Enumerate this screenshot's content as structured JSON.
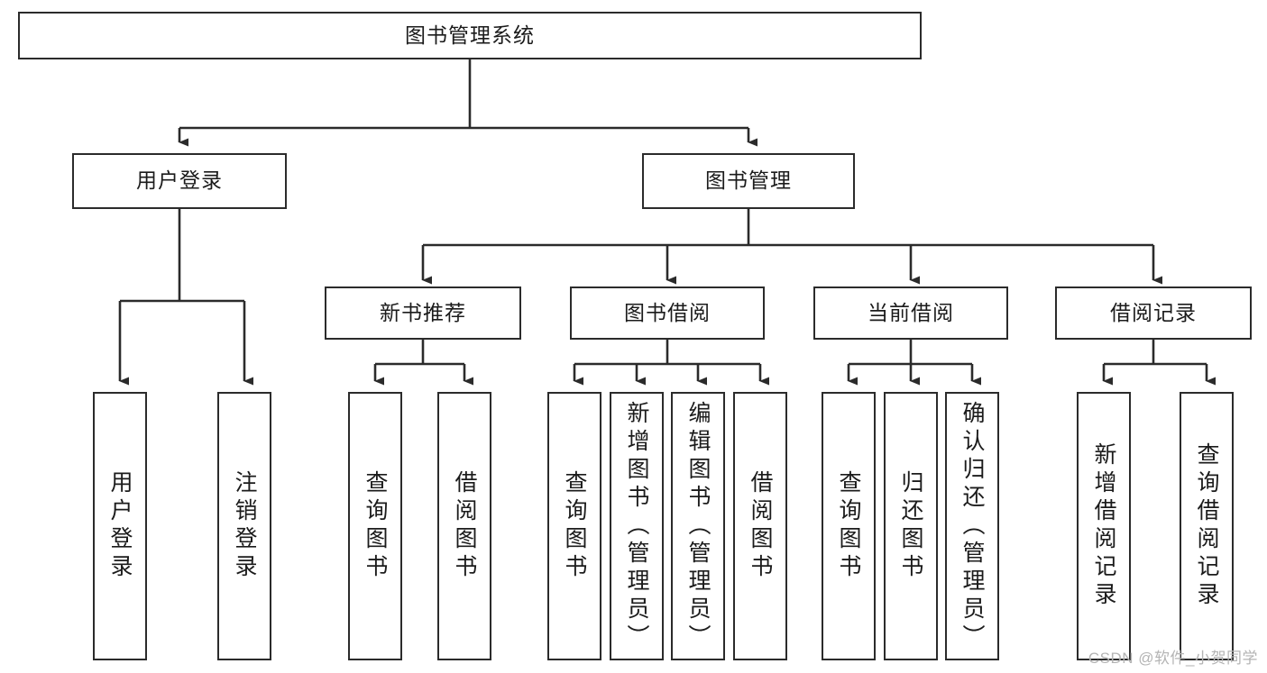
{
  "diagram": {
    "type": "tree-hierarchy-chart",
    "title_text": "图书管理系统",
    "colors": {
      "stroke": "#2b2b2b",
      "fill": "#ffffff",
      "text": "#1b1b1b",
      "watermark": "#b4b4b4"
    },
    "watermark": "CSDN @软件_小贺同学",
    "root": {
      "label": "图书管理系统"
    },
    "level2": [
      {
        "label": "用户登录"
      },
      {
        "label": "图书管理"
      }
    ],
    "level3": [
      {
        "label": "新书推荐"
      },
      {
        "label": "图书借阅"
      },
      {
        "label": "当前借阅"
      },
      {
        "label": "借阅记录"
      }
    ],
    "leaves": {
      "user_login": [
        {
          "label": "用户登录"
        },
        {
          "label": "注销登录"
        }
      ],
      "new_book_recommend": [
        {
          "label": "查询图书"
        },
        {
          "label": "借阅图书"
        }
      ],
      "book_borrow": [
        {
          "label": "查询图书"
        },
        {
          "label": "新增图书（管理员）"
        },
        {
          "label": "编辑图书（管理员）"
        },
        {
          "label": "借阅图书"
        }
      ],
      "current_borrow": [
        {
          "label": "查询图书"
        },
        {
          "label": "归还图书"
        },
        {
          "label": "确认归还（管理员）"
        }
      ],
      "borrow_record": [
        {
          "label": "新增借阅记录"
        },
        {
          "label": "查询借阅记录"
        }
      ]
    }
  }
}
